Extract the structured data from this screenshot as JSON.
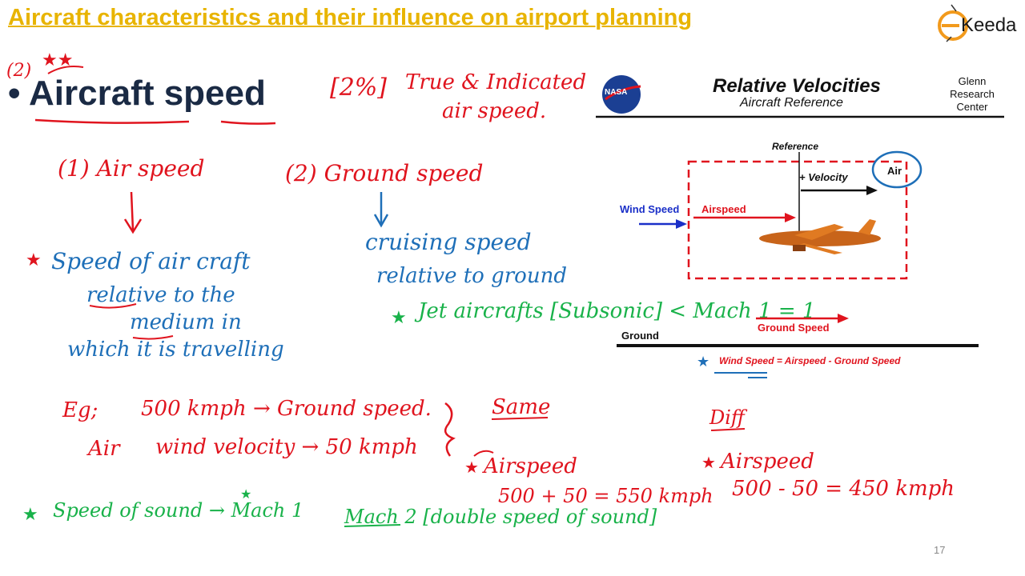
{
  "slide": {
    "title": "Aircraft characteristics and their influence on airport planning",
    "page_number": "17",
    "logo_text": "Keeda"
  },
  "section": {
    "number": "(2)",
    "stars": "★★",
    "heading": "• Aircraft speed",
    "marks": "[2%]",
    "note_line1": "True & Indicated",
    "note_line2": "air speed."
  },
  "air_speed": {
    "label": "(1) Air speed",
    "def_line1": "Speed of air craft",
    "def_line2": "relative to the",
    "def_line3": "medium in",
    "def_line4": "which it is travelling"
  },
  "ground_speed": {
    "label": "(2) Ground speed",
    "def_line1": "cruising speed",
    "def_line2": "relative to ground",
    "jet_note": "Jet aircrafts [Subsonic] < Mach 1 = 1"
  },
  "example": {
    "eg_label": "Eg;",
    "line1": "500 kmph → Ground speed.",
    "air_label": "Air",
    "line2": "wind velocity → 50 kmph",
    "same_label": "Same",
    "same_airspeed_label": "Airspeed",
    "same_calc": "500 + 50 = 550 kmph",
    "diff_label": "Diff",
    "diff_airspeed_label": "Airspeed",
    "diff_calc": "500 - 50 = 450 kmph"
  },
  "sound": {
    "line": "Speed of sound → Mach 1",
    "mach2": "Mach 2 [double speed of sound]"
  },
  "diagram": {
    "nasa_label": "NASA",
    "title": "Relative Velocities",
    "subtitle": "Aircraft Reference",
    "center_line1": "Glenn",
    "center_line2": "Research",
    "center_line3": "Center",
    "reference_label": "Reference",
    "velocity_label": "+ Velocity",
    "air_label": "Air",
    "wind_speed_label": "Wind Speed",
    "airspeed_label": "Airspeed",
    "ground_label": "Ground",
    "ground_speed_label": "Ground Speed",
    "equation": "Wind Speed = Airspeed - Ground Speed"
  }
}
